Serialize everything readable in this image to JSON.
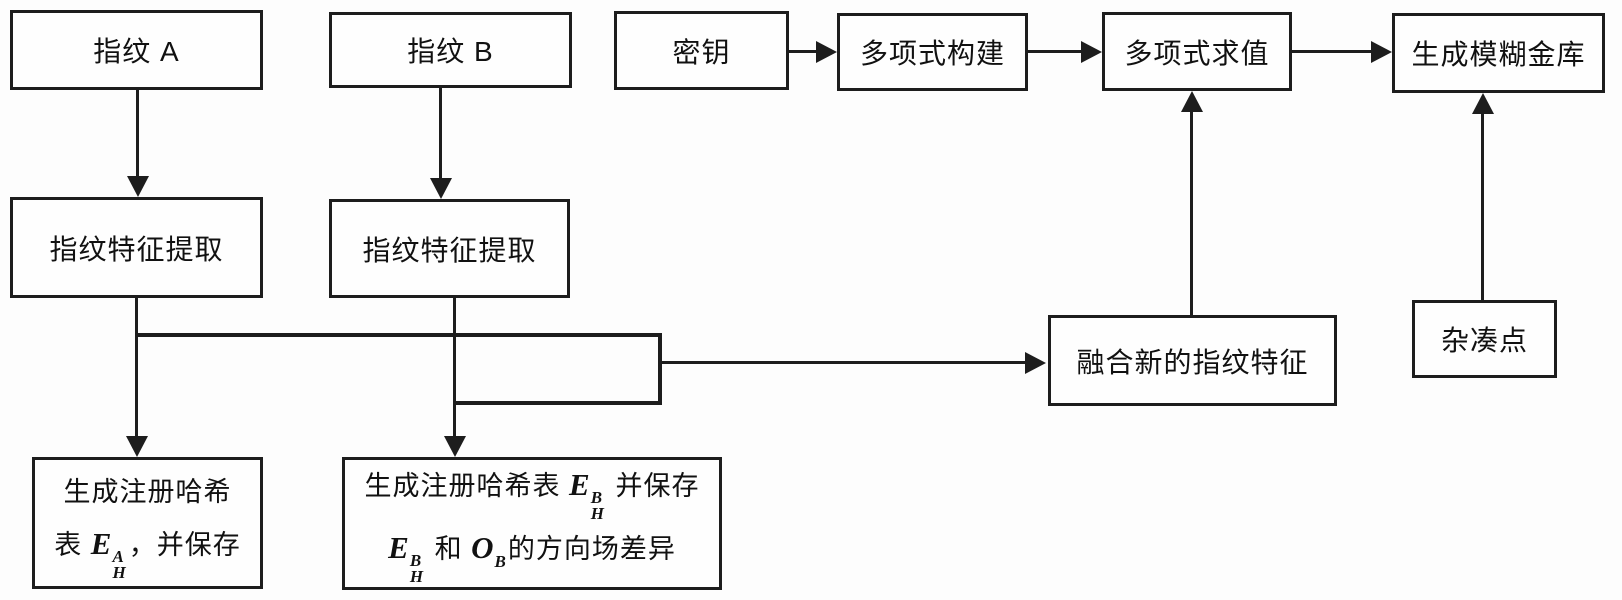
{
  "page": {
    "background": "#fdfdfd",
    "line_color": "#1d1d1d"
  },
  "boxes": {
    "fingerprint_a": {
      "label": "指纹 A"
    },
    "fingerprint_b": {
      "label": "指纹 B"
    },
    "secret_key": {
      "label": "密钥"
    },
    "poly_build": {
      "label": "多项式构建"
    },
    "poly_eval": {
      "label": "多项式求值"
    },
    "fuzzy_vault": {
      "label": "生成模糊金库"
    },
    "extract_a": {
      "label": "指纹特征提取"
    },
    "extract_b": {
      "label": "指纹特征提取"
    },
    "fuse": {
      "label": "融合新的指纹特征"
    },
    "hash_points": {
      "label": "杂凑点"
    },
    "hash_table_a": {
      "line1": "生成注册哈希",
      "line2_pre": "表 ",
      "sym_e": {
        "base": "E",
        "sup": "A",
        "sub": "H"
      },
      "line2_post": "，并保存"
    },
    "hash_table_b": {
      "line1_pre": "生成注册哈希表 ",
      "sym_e1": {
        "base": "E",
        "sup": "B",
        "sub": "H"
      },
      "line1_post": " 并保存",
      "sym_e2": {
        "base": "E",
        "sup": "B",
        "sub": "H"
      },
      "mid": " 和 ",
      "sym_o": {
        "base": "O",
        "sub": "B"
      },
      "line2_post": "的方向场差异"
    }
  }
}
